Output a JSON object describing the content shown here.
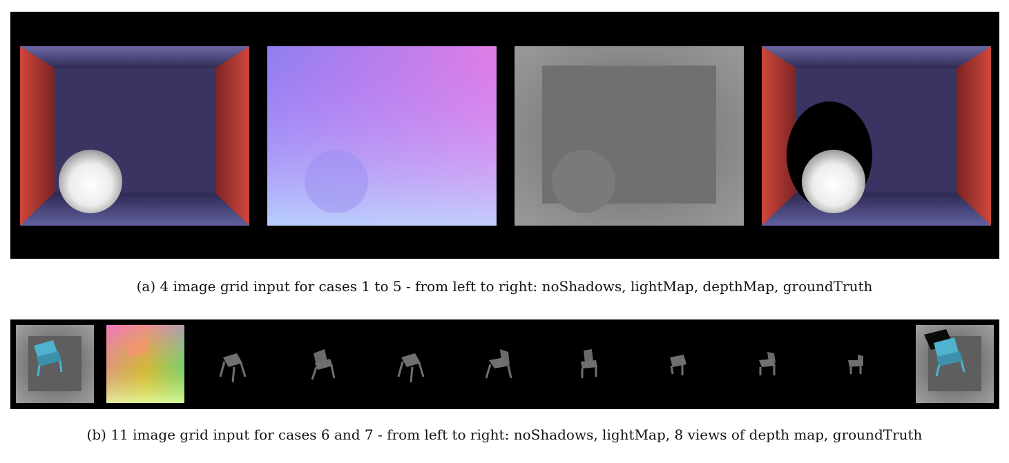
{
  "figure": {
    "subfigure_a": {
      "tag": "(a)",
      "caption": "4 image grid input for cases 1 to 5 - from left to right: noShadows, lightMap, depthMap, groundTruth"
    },
    "subfigure_b": {
      "tag": "(b)",
      "caption": "11 image grid input for cases 6 and 7 - from left to right: noShadows, lightMap, 8 views of depth map, groundTruth"
    }
  },
  "colors": {
    "background": "#000000",
    "wall_red": "#c0463a",
    "wall_blue": "#3b3566",
    "sphere": "#f4f4f4",
    "chair_cyan": "#4fb3cf",
    "depth_gray": "#707070"
  }
}
